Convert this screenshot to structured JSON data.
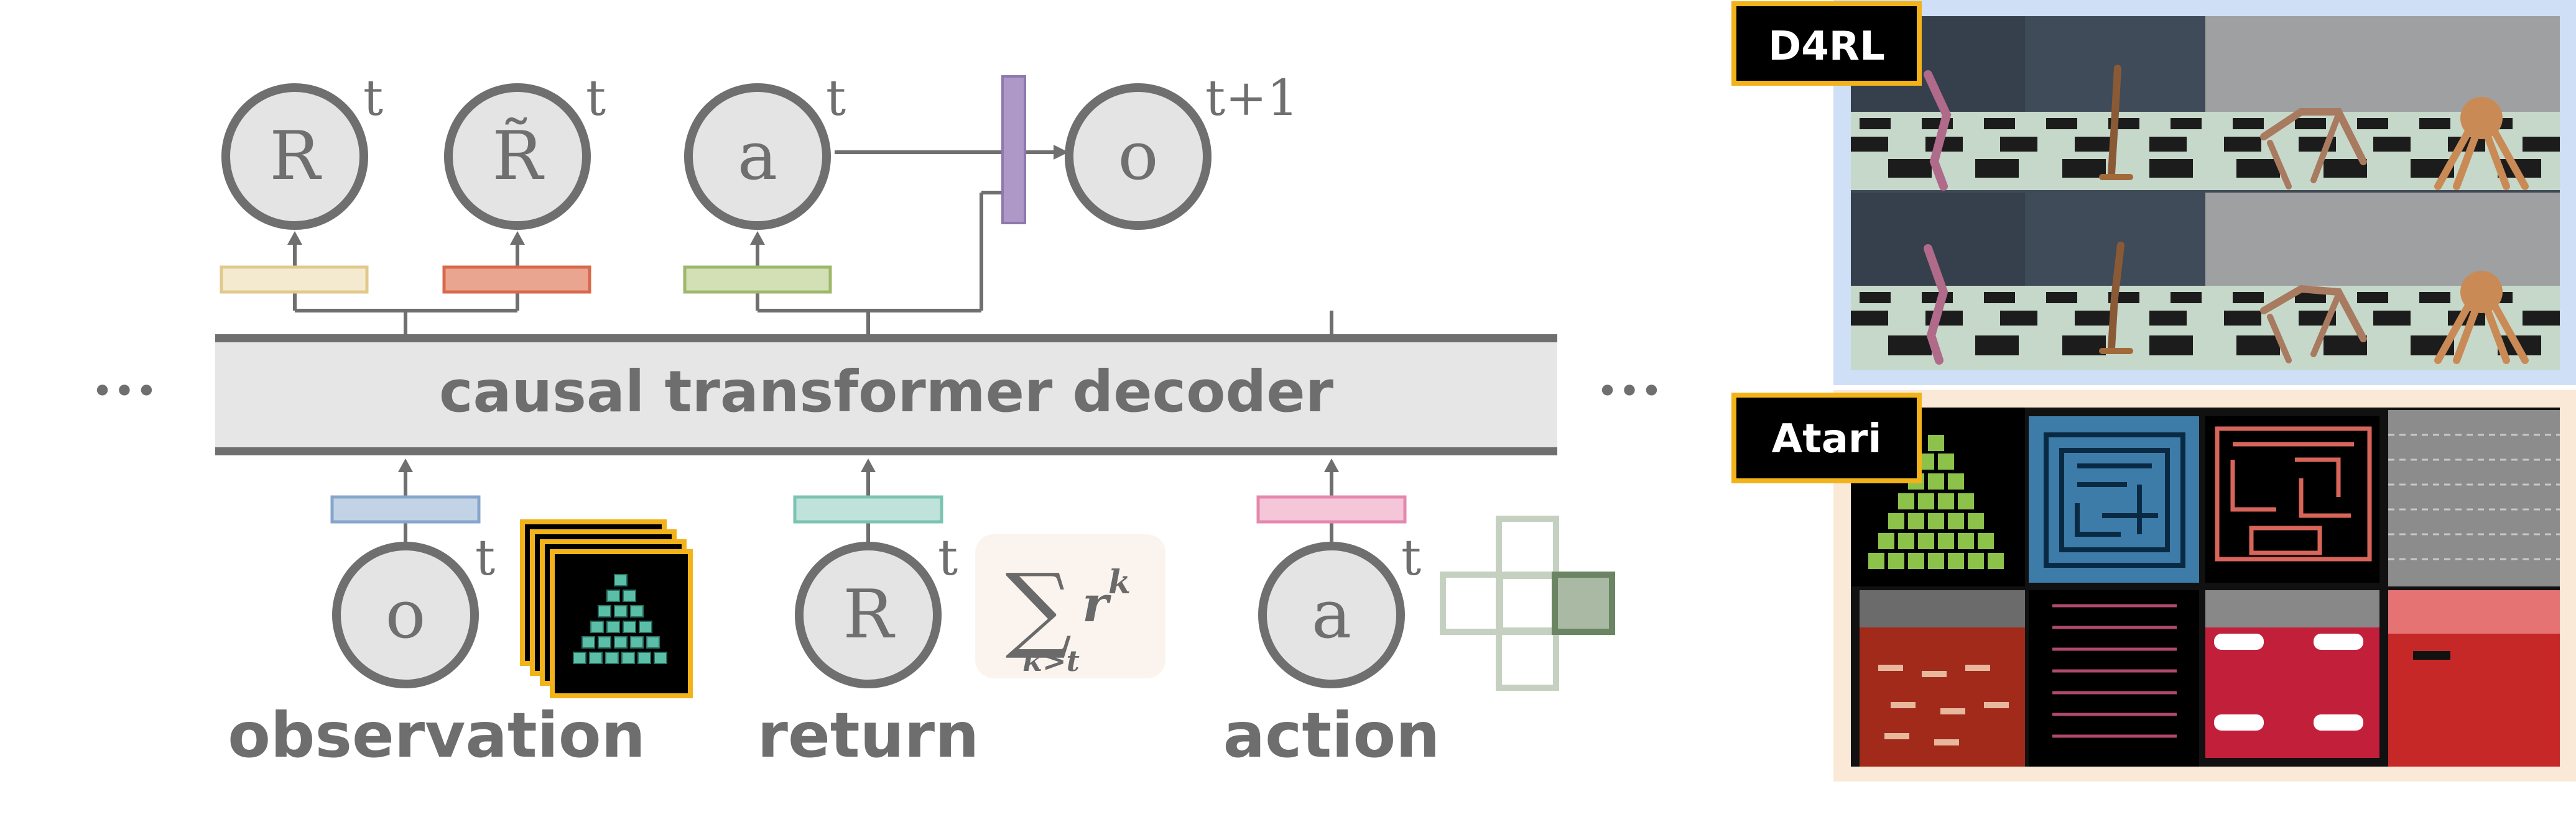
{
  "decoder": {
    "label": "causal transformer decoder",
    "ellipsis_left": "•••",
    "ellipsis_right": "•••"
  },
  "outputs": [
    {
      "symbol": "R",
      "sup": "t"
    },
    {
      "symbol": "R̃",
      "sup": "t"
    },
    {
      "symbol": "a",
      "sup": "t"
    },
    {
      "symbol": "o",
      "sup": "t+1"
    }
  ],
  "inputs": [
    {
      "symbol": "o",
      "sup": "t",
      "caption": "observation"
    },
    {
      "symbol": "R",
      "sup": "t",
      "caption": "return"
    },
    {
      "symbol": "a",
      "sup": "t",
      "caption": "action"
    }
  ],
  "return_formula": {
    "sigma": "∑",
    "term": "r",
    "term_sup": "k",
    "subscript": "k>t"
  },
  "panels": {
    "d4rl_badge": "D4RL",
    "atari_badge": "Atari"
  },
  "colors": {
    "node_fill": "#e4e4e4",
    "node_stroke": "#6f6f6f",
    "decoder_fill": "#e6e6e6",
    "proj_R": "#f4ead0",
    "proj_Rtilde": "#e9a590",
    "proj_a_out": "#d3e0b5",
    "proj_o_in": "#c2d3e6",
    "proj_R_in": "#bfe3da",
    "proj_a_in": "#f5c5d8",
    "obs_proj_bar": "#ad98c7",
    "d4rl_bg": "#cfdff6",
    "atari_bg": "#fbe9d8",
    "badge_bg": "#000000",
    "badge_border": "#f2b31a"
  }
}
